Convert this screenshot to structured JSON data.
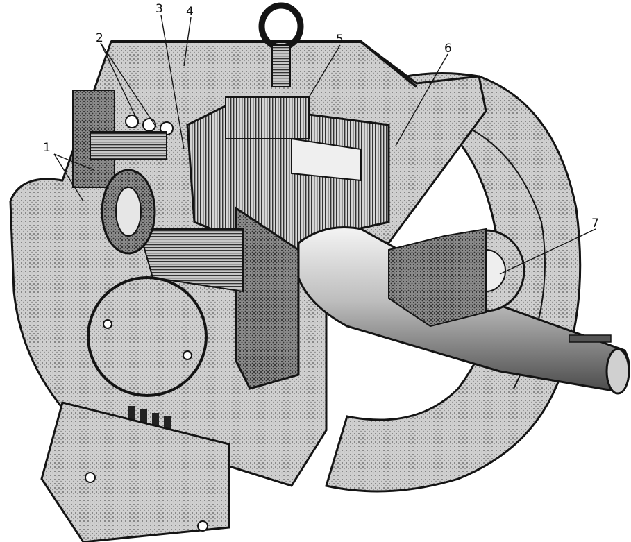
{
  "diagram": {
    "callouts": [
      {
        "id": "c1",
        "text": "1"
      },
      {
        "id": "c2",
        "text": "2"
      },
      {
        "id": "c3",
        "text": "3"
      },
      {
        "id": "c4",
        "text": "4"
      },
      {
        "id": "c5",
        "text": "5"
      },
      {
        "id": "c6",
        "text": "6"
      },
      {
        "id": "c7",
        "text": "7"
      }
    ]
  },
  "colors": {
    "ink": "#141414",
    "paper": "#ffffff",
    "shade_light": "#d9d9d9",
    "shade_mid": "#a8a8a8",
    "shade_dark": "#5a5a5a"
  }
}
